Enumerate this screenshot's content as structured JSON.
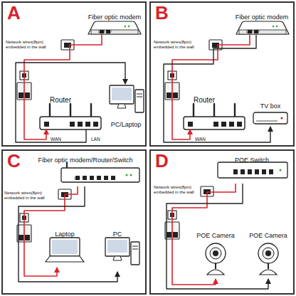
{
  "diagram": {
    "nodes": [
      {
        "text": [
          "A"
        ]
      },
      {
        "text": [
          "Fiber optic modem",
          "LAN ITV"
        ],
        "in": 0
      },
      {
        "text": [
          "Router"
        ],
        "in": 0
      },
      {
        "text": [
          "PC/Laptop"
        ],
        "in": 0
      },
      {
        "text": [
          "B"
        ]
      },
      {
        "text": [
          "Fiber optic modem",
          "LAN ITV"
        ],
        "in": 4
      },
      {
        "text": [
          "Router"
        ],
        "in": 4
      },
      {
        "text": [
          "TV box"
        ],
        "in": 4
      },
      {
        "text": [
          "C"
        ]
      },
      {
        "text": [
          "Fiber optic modem/Router/Switch",
          "ITV"
        ],
        "in": 8
      },
      {
        "text": [
          "Laptop"
        ],
        "in": 8
      },
      {
        "text": [
          "PC"
        ],
        "in": 8
      },
      {
        "text": [
          "D"
        ]
      },
      {
        "text": [
          "POE Switch"
        ],
        "in": 12
      },
      {
        "text": [
          "POE Camera"
        ],
        "in": 12
      },
      {
        "text": [
          "POE Camera"
        ],
        "in": 12
      }
    ],
    "edges": [
      {
        "from": 1,
        "to": 2,
        "arrow": "to"
      },
      {
        "from": 2,
        "to": 3,
        "arrow": "to"
      },
      {
        "from": 5,
        "to": 6,
        "arrow": "to"
      },
      {
        "from": 5,
        "to": 7,
        "arrow": "to"
      },
      {
        "from": 9,
        "to": 10,
        "arrow": "to"
      },
      {
        "from": 9,
        "to": 11,
        "arrow": "to"
      },
      {
        "from": 13,
        "to": 14,
        "arrow": "to"
      },
      {
        "from": 13,
        "to": 15,
        "arrow": "to"
      }
    ],
    "labels": [
      "Network wires(8pin) embedded in the wall",
      "WAN",
      "LAN",
      "Network wires(8pin) embedded in the wall",
      "WAN",
      "Network wires(8pin) embedded in the wall",
      "Network wires(8pin) embedded in the wall"
    ]
  }
}
